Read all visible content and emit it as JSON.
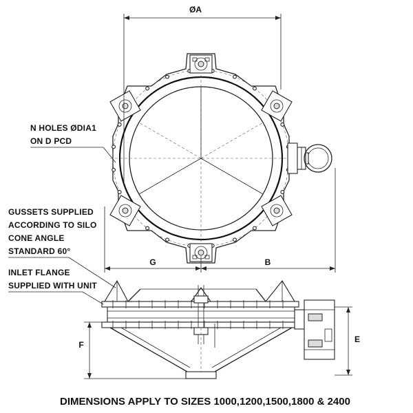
{
  "labels": {
    "dim_a": "ØA",
    "dim_g": "G",
    "dim_b": "B",
    "dim_f": "F",
    "dim_e": "E",
    "note_holes_1": "N HOLES ØDIA1",
    "note_holes_2": "ON D PCD",
    "note_gussets_1": "GUSSETS SUPPLIED",
    "note_gussets_2": "ACCORDING TO SILO",
    "note_gussets_3": "CONE ANGLE",
    "note_gussets_4": "STANDARD 60°",
    "note_flange_1": "INLET FLANGE",
    "note_flange_2": "SUPPLIED WITH UNIT",
    "caption": "DIMENSIONS APPLY TO SIZES 1000,1200,1500,1800 & 2400"
  },
  "colors": {
    "line": "#222222",
    "background": "#ffffff"
  }
}
